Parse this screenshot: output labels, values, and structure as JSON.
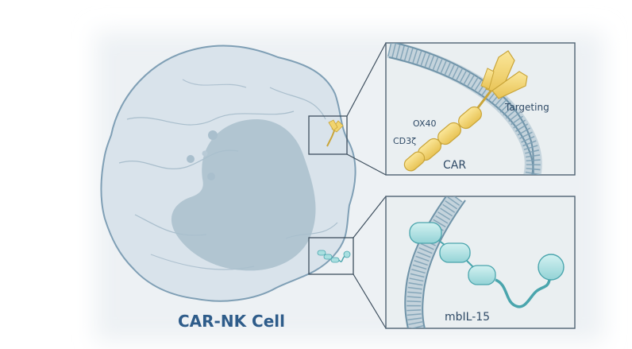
{
  "figure": {
    "cell_label": "CAR-NK Cell",
    "car_panel": {
      "construct_label": "CAR",
      "domains": {
        "targeting": "Targeting",
        "ox40": "OX40",
        "cd3z": "CD3ζ"
      }
    },
    "il15_panel": {
      "construct_label": "mbIL-15"
    }
  },
  "colors": {
    "background_wash": "#e9eef2",
    "cell_body": "#d8e2ea",
    "cell_outline": "#7f9fb5",
    "nucleus": "#9fb6c6",
    "panel_fill": "#eaeff1",
    "panel_border": "#4f6272",
    "membrane": "#7ea1b5",
    "car_yellow": "#f1d46e",
    "car_outline": "#c9a53a",
    "il15_teal": "#a9dfe0",
    "il15_outline": "#4aa5ad",
    "label_text": "#2f4a66",
    "title_text": "#2e5c8a"
  }
}
